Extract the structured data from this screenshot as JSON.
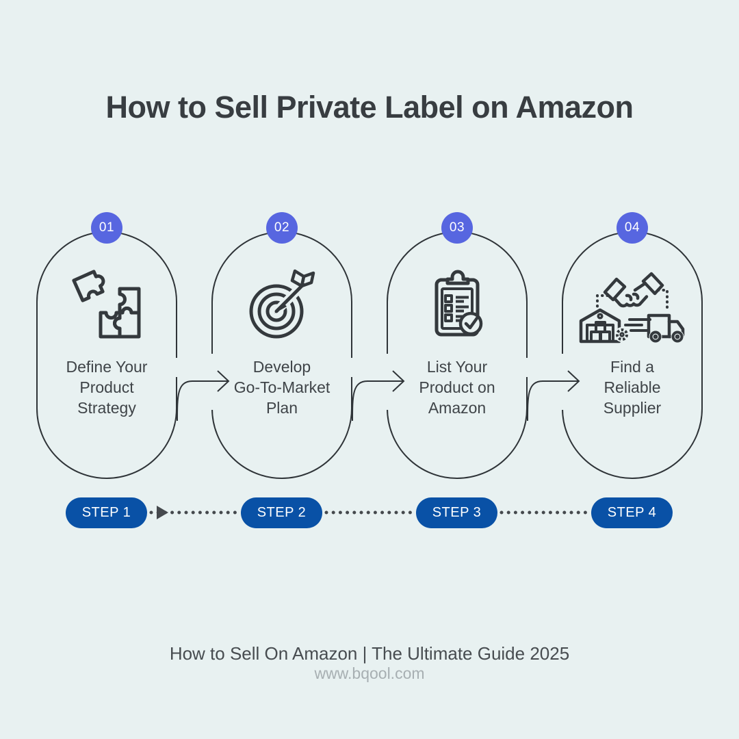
{
  "title": "How to Sell Private Label on Amazon",
  "steps": [
    {
      "number": "01",
      "badge": "STEP 1",
      "icon": "puzzle",
      "line1": "Define Your",
      "line2": "Product",
      "line3": "Strategy"
    },
    {
      "number": "02",
      "badge": "STEP 2",
      "icon": "target-dart",
      "line1": "Develop",
      "line2": "Go-To-Market",
      "line3": "Plan"
    },
    {
      "number": "03",
      "badge": "STEP 3",
      "icon": "clipboard-checklist",
      "line1": "List Your",
      "line2": "Product on",
      "line3": "Amazon"
    },
    {
      "number": "04",
      "badge": "STEP 4",
      "icon": "supplier-logistics",
      "line1": "Find a",
      "line2": "Reliable",
      "line3": "Supplier"
    }
  ],
  "footer": {
    "line1": "How to Sell On Amazon | The Ultimate Guide 2025",
    "line2": "www.bqool.com"
  },
  "colors": {
    "background": "#e8f1f1",
    "outline": "#2f3438",
    "icon_stroke": "#34393d",
    "badge_blue": "#5766e0",
    "step_blue": "#0951a6",
    "text_dark": "#3f4448",
    "dots_gray": "#45494d",
    "footer_gray": "#a7afb2"
  }
}
